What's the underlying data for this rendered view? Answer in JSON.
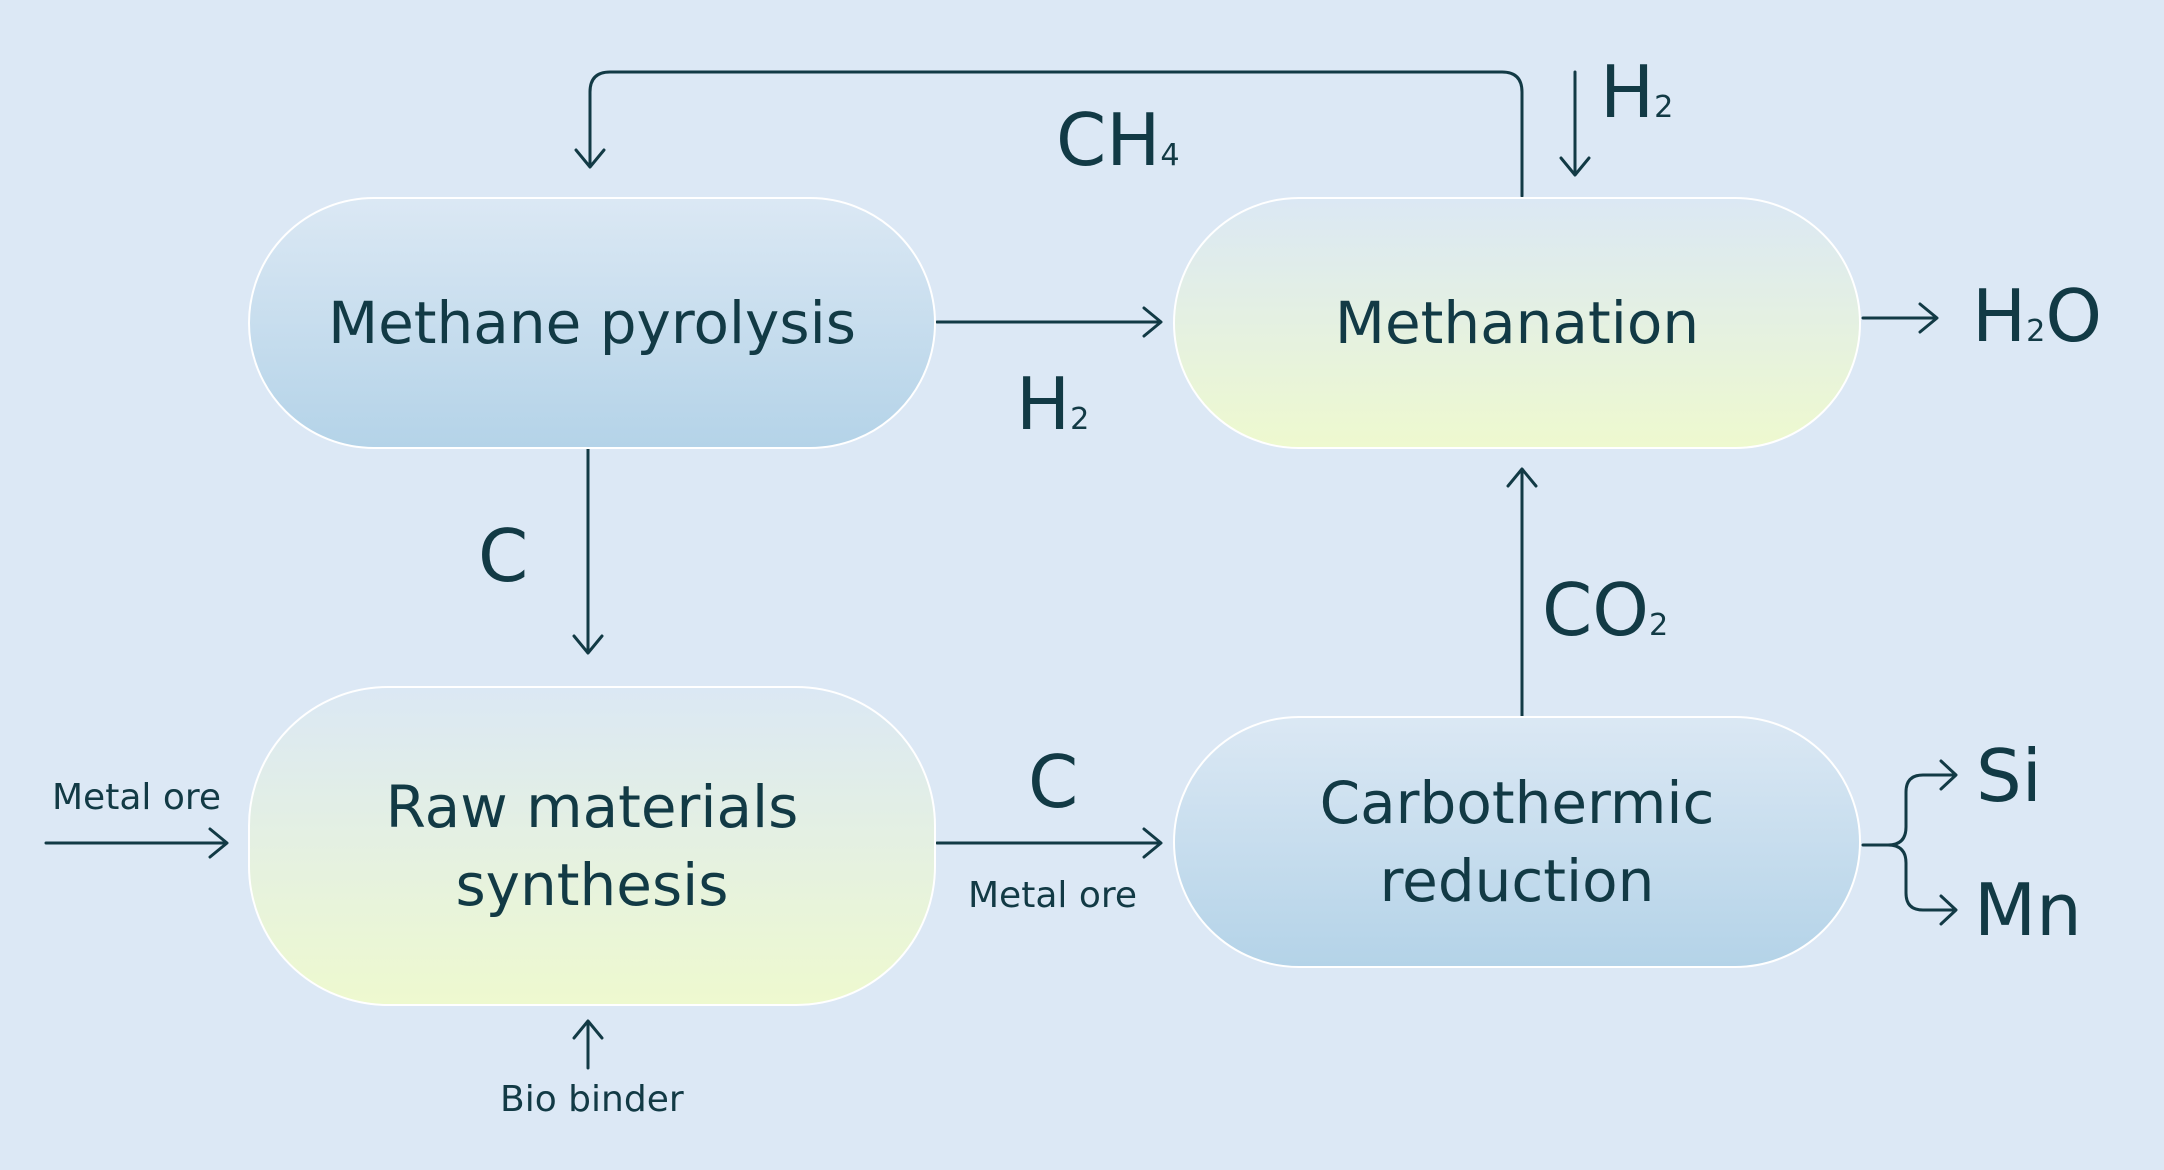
{
  "nodes": {
    "methane_pyrolysis": "Methane pyrolysis",
    "methanation": "Methanation",
    "raw_materials_line1": "Raw materials",
    "raw_materials_line2": "synthesis",
    "carbothermic_line1": "Carbothermic",
    "carbothermic_line2": "reduction"
  },
  "flows": {
    "ch4_recycle": {
      "base": "CH",
      "sub": "4"
    },
    "h2_input": {
      "base": "H",
      "sub": "2"
    },
    "h2_pyrolysis": {
      "base": "H",
      "sub": "2"
    },
    "water_output": {
      "base": "H",
      "sub": "2",
      "tail": "O"
    },
    "carbon_down": "C",
    "co2_up": {
      "base": "CO",
      "sub": "2"
    },
    "carbon_right": "C",
    "metal_ore_right": "Metal ore",
    "metal_ore_left": "Metal ore",
    "bio_binder": "Bio binder",
    "silicon_out": "Si",
    "manganese_out": "Mn"
  },
  "colors": {
    "background": "#dce8f5",
    "ink": "#123a45",
    "node_blue_bottom": "#b4d3e8",
    "node_green_bottom": "#eef9cf"
  }
}
